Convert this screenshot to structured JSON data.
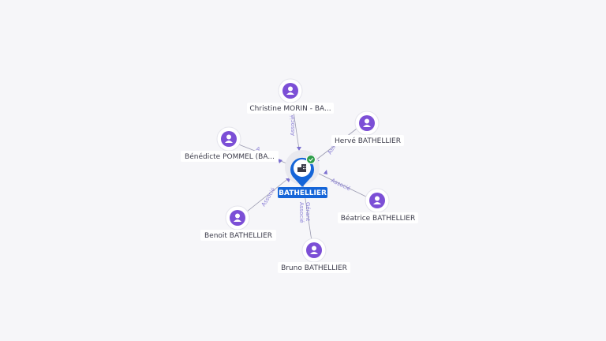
{
  "center": {
    "label": "BATHELLIER",
    "icon": "building-icon",
    "badge_icon": "check-icon",
    "colors": {
      "pin": "#1565d8",
      "badge": "#2e9e4a",
      "person": "#7c4fd6"
    }
  },
  "people": [
    {
      "id": "christine",
      "label": "Christine MORIN - BA...",
      "relation": "Associé"
    },
    {
      "id": "herve",
      "label": "Hervé BATHELLIER",
      "relation": "Asso..."
    },
    {
      "id": "benedicte",
      "label": "Bénédicte POMMEL (BA...",
      "relation": "A..."
    },
    {
      "id": "beatrice",
      "label": "Béatrice BATHELLIER",
      "relation": "Associé"
    },
    {
      "id": "benoit",
      "label": "Benoit BATHELLIER",
      "relation": "Associé"
    },
    {
      "id": "bruno",
      "label": "Bruno BATHELLIER",
      "relation": "Gérant\nAssocié"
    }
  ]
}
